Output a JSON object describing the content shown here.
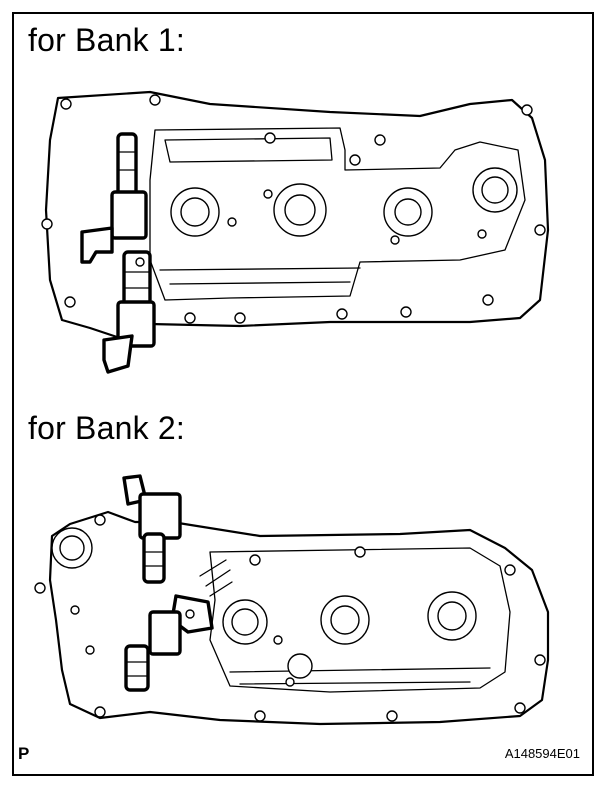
{
  "labels": {
    "bank1": "for Bank 1:",
    "bank2": "for Bank 2:",
    "corner_marker": "P",
    "figure_code": "A148594E01"
  },
  "colors": {
    "line": "#000000",
    "background": "#ffffff"
  },
  "illustrations": [
    {
      "name": "bank1-cylinder-head-cover",
      "highlighted_part": "camshaft-timing-oil-control-valves"
    },
    {
      "name": "bank2-cylinder-head-cover",
      "highlighted_part": "camshaft-timing-oil-control-valves"
    }
  ]
}
